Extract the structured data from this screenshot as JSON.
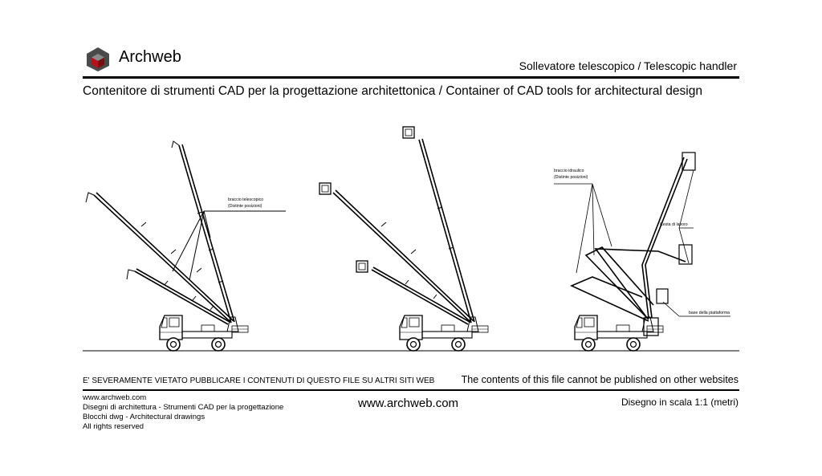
{
  "header": {
    "brand": "Archweb",
    "title": "Sollevatore telescopico  /  Telescopic handler",
    "subtitle": "Contenitore di strumenti CAD per la progettazione architettonica  /  Container of CAD tools for architectural design"
  },
  "drawing": {
    "label_telescopic": [
      "braccio telescopico",
      "(Distinte posizioni)"
    ],
    "label_hydraulic": [
      "braccio idraulico",
      "(Distinte posizioni)"
    ],
    "label_basket": "Cesta di lavoro",
    "label_base": "base della piattaforma"
  },
  "notices": {
    "italian": "E' SEVERAMENTE VIETATO PUBBLICARE I CONTENUTI DI QUESTO FILE SU ALTRI SITI WEB",
    "english": "The contents of this file cannot be published on other websites"
  },
  "footer": {
    "url": "www.archweb.com",
    "line2": "Disegni di architettura - Strumenti CAD  per la progettazione",
    "line3": "Blocchi dwg - Architectural drawings",
    "line4": "All rights reserved",
    "center_url": "www.archweb.com",
    "scale": "Disegno in scala 1:1 (metri)"
  },
  "colors": {
    "logo_red": "#b5121b",
    "logo_dark": "#4a4a4a",
    "logo_grey": "#8a8a8a"
  }
}
